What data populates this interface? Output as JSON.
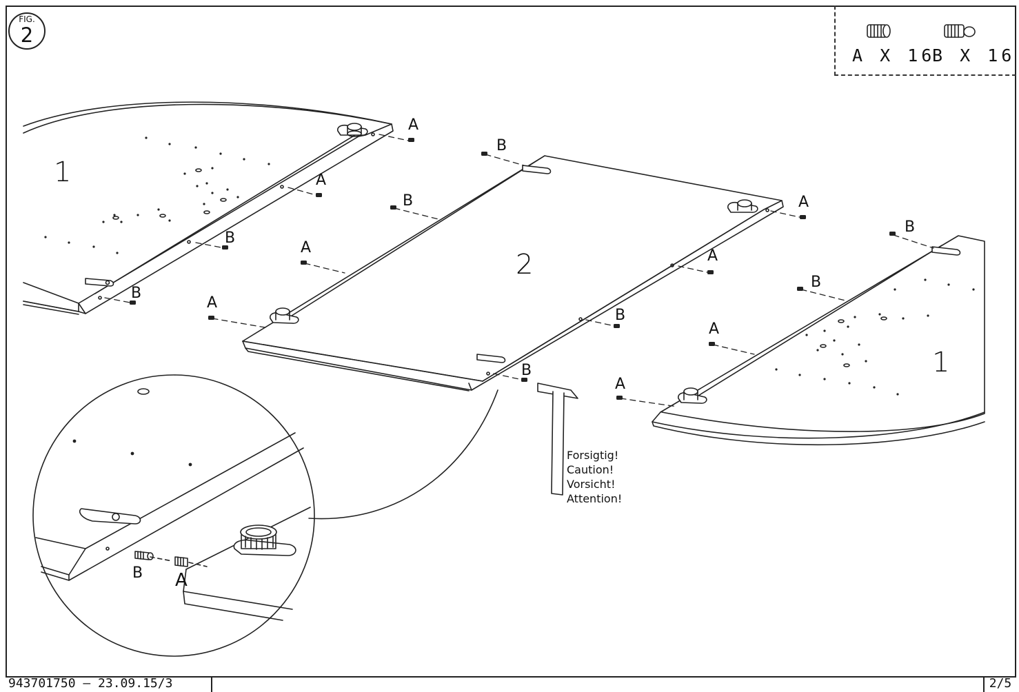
{
  "figure": {
    "label": "FIG.",
    "number": "2"
  },
  "parts": [
    {
      "letter": "A",
      "quantity_text": "A X 16",
      "icon": "dowel-icon"
    },
    {
      "letter": "B",
      "quantity_text": "B X 16",
      "icon": "cam-bolt-icon"
    }
  ],
  "panels": {
    "left": "1",
    "middle": "2",
    "right": "1"
  },
  "labels": {
    "a": "A",
    "b": "B"
  },
  "caution": [
    "Forsigtig!",
    "Caution!",
    "Vorsicht!",
    "Attention!"
  ],
  "footer": {
    "code": "943701750 – 23.09.15/3",
    "page": "2/5"
  }
}
